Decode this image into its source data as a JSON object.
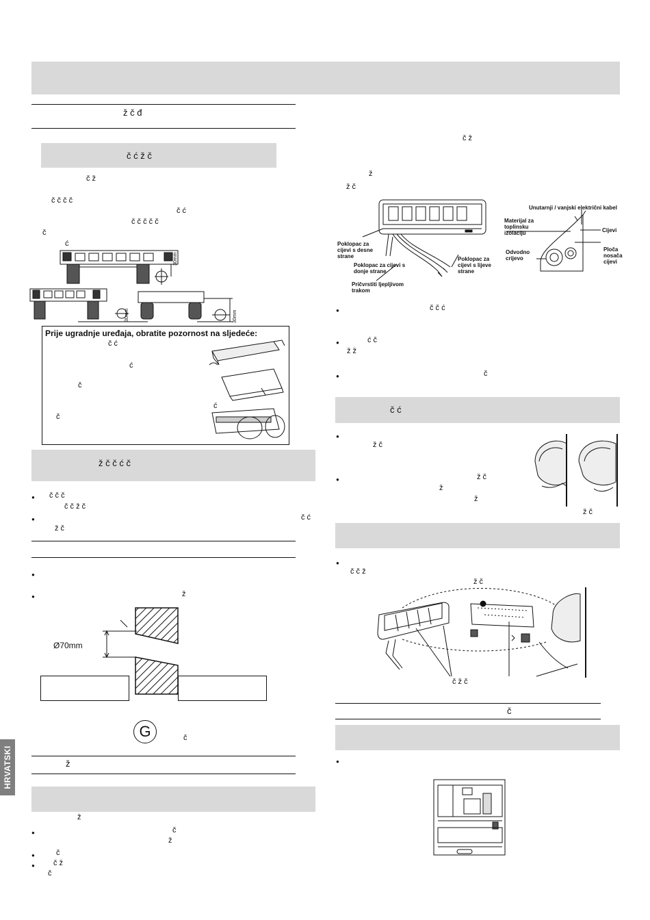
{
  "side_tab": {
    "label": "HRVATSKI"
  },
  "left": {
    "rule_title_1": "ž   č   đ",
    "box_1": "č   ć      ž   č",
    "para_1_line_1": "č            ž",
    "para_1_line_2": "č         č   č   č",
    "para_1_line_3": "č        ć",
    "para_1_line_4": "č                 č       č   č   č",
    "para_1_line_5": "č",
    "para_1_line_6": "ć",
    "dim_30mm": "30mm",
    "dim_30mm_b": "30mm",
    "dim_30mm_c": "30mm",
    "notice": {
      "title": "Prije ugradnje uređaja, obratite pozornost na sljedeće:",
      "line_1": "č ć",
      "line_2": "ć",
      "line_3": "č",
      "line_4": "ć",
      "line_5": "č"
    },
    "box_2": "ž    č   č   ć          č",
    "bullets_a": [
      "č          č                            č",
      "č        č                     ž    č",
      "č   ć",
      "ž    č"
    ],
    "rule_title_2": "",
    "bullets_b": [
      "",
      "ž"
    ],
    "hole_diameter": "Ø70mm",
    "g_symbol": "G",
    "g_caption": "č",
    "rule_title_3": "ž",
    "box_3": "",
    "para_3_line_1": "ž",
    "bullets_c": [
      "č",
      "ž",
      "č",
      "č       ž",
      "č"
    ]
  },
  "right": {
    "para_top_1": "č            ž",
    "para_top_2": "ž",
    "para_top_3": "ž                                        č",
    "diagram_labels": {
      "cable": "Unutarnji / vanjski električni kabel",
      "insulation": "Materijal za toplinsku izolaciju",
      "pipes": "Cijevi",
      "drain": "Odvodno crijevo",
      "plate": "Ploča nosača cijevi",
      "cover_right": "Poklopac za cijevi s desne strane",
      "cover_bottom": "Poklopac za cijevi s donje strane",
      "cover_left": "Poklopac za cijevi s lijeve strane",
      "tape": "Pričvrstiti ljepljivom trakom"
    },
    "bullets_a": [
      "č                                    č   ć",
      "ć                                     č",
      "ž                                     ž",
      "č"
    ],
    "box_1": "č   ć",
    "bullets_b": [
      "ž      č",
      "ž    č",
      "ž",
      "ž",
      "ž    č"
    ],
    "box_2": "",
    "bullets_c": [
      "č      č                                     ž",
      "ž      č"
    ],
    "fig_caption": "č               ž    č",
    "rule_title": "č",
    "box_3": ""
  }
}
